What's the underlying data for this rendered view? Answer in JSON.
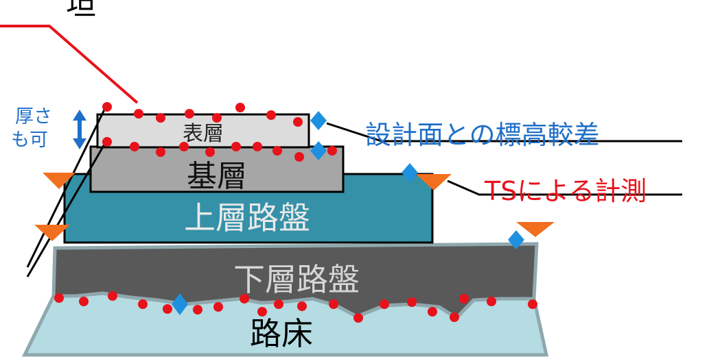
{
  "layers": {
    "surface": "表層",
    "base": "基層",
    "upper_subbase": "上層路盤",
    "lower_subbase": "下層路盤",
    "subgrade": "路床"
  },
  "annotations": {
    "elevation_diff": "設計面との標高較差",
    "ts_measurement": "TSによる計測",
    "thickness_line1": "厚さ",
    "thickness_line2": "も可",
    "top_partial": "坦"
  },
  "colors": {
    "surface": "#dcdcdc",
    "base": "#a6a6a6",
    "upper_subbase": "#3591a8",
    "lower_subbase": "#595959",
    "subgrade": "#b4dce2",
    "point_red": "#e8121b",
    "point_blue": "#1e90e0",
    "ts_marker": "#f36f20",
    "label_blue": "#1f6fc8",
    "label_red": "#e8121b"
  }
}
